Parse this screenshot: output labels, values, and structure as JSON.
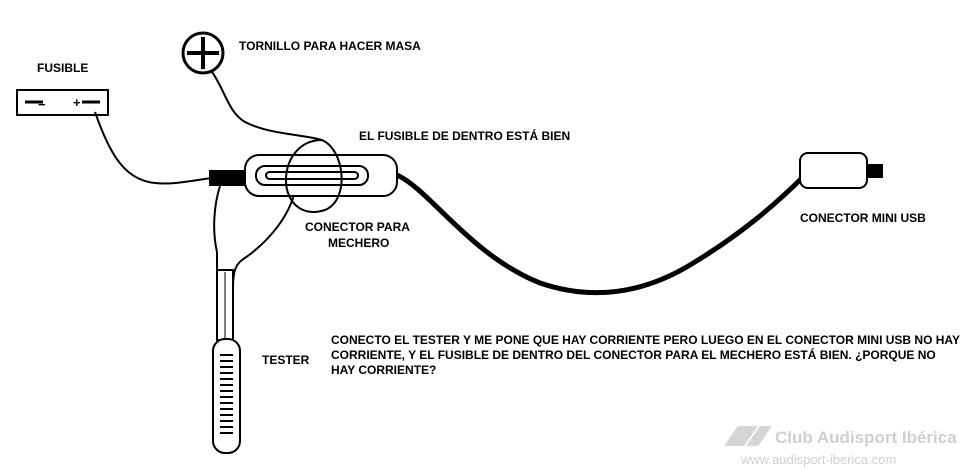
{
  "labels": {
    "fuse": "FUSIBLE",
    "ground_screw": "TORNILLO PARA HACER MASA",
    "inner_fuse": "EL FUSIBLE DE DENTRO ESTÁ BIEN",
    "connector_line1": "CONECTOR PARA",
    "connector_line2": "MECHERO",
    "mini_usb": "CONECTOR MINI USB",
    "tester": "TESTER",
    "fuse_minus": "−",
    "fuse_plus": "+"
  },
  "question": "CONECTO EL TESTER Y ME PONE QUE HAY CORRIENTE PERO LUEGO EN EL CONECTOR MINI USB NO HAY CORRIENTE, Y EL FUSIBLE DE DENTRO DEL CONECTOR PARA EL MECHERO ESTÁ BIEN. ¿PORQUE NO HAY CORRIENTE?",
  "watermark": {
    "title": "Club Audisport Ibérica",
    "url": "www.audisport-iberica.com"
  }
}
